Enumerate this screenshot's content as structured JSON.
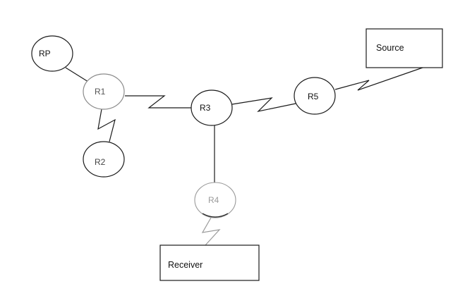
{
  "diagram": {
    "title": "",
    "nodes": [
      {
        "id": "RP",
        "label": "RP",
        "shape": "ellipse",
        "style": "normal"
      },
      {
        "id": "R1",
        "label": "R1",
        "shape": "ellipse",
        "style": "faded"
      },
      {
        "id": "R2",
        "label": "R2",
        "shape": "ellipse",
        "style": "normal"
      },
      {
        "id": "R3",
        "label": "R3",
        "shape": "ellipse",
        "style": "normal"
      },
      {
        "id": "R4",
        "label": "R4",
        "shape": "ellipse",
        "style": "faded"
      },
      {
        "id": "R5",
        "label": "R5",
        "shape": "ellipse",
        "style": "normal"
      },
      {
        "id": "Source",
        "label": "Source",
        "shape": "rectangle",
        "style": "normal"
      },
      {
        "id": "Receiver",
        "label": "Receiver",
        "shape": "rectangle",
        "style": "normal"
      }
    ],
    "links": [
      {
        "from": "RP",
        "to": "R1",
        "type": "ethernet"
      },
      {
        "from": "R1",
        "to": "R2",
        "type": "serial"
      },
      {
        "from": "R1",
        "to": "R3",
        "type": "serial"
      },
      {
        "from": "R3",
        "to": "R5",
        "type": "serial"
      },
      {
        "from": "R5",
        "to": "Source",
        "type": "serial"
      },
      {
        "from": "R3",
        "to": "R4",
        "type": "ethernet"
      },
      {
        "from": "R4",
        "to": "Receiver",
        "type": "serial"
      }
    ],
    "colors": {
      "stroke": "#1a1a1a",
      "faded_stroke": "#9a9a9a",
      "text": "#111111",
      "faded_text": "#9a9a9a",
      "background": "#ffffff"
    }
  }
}
